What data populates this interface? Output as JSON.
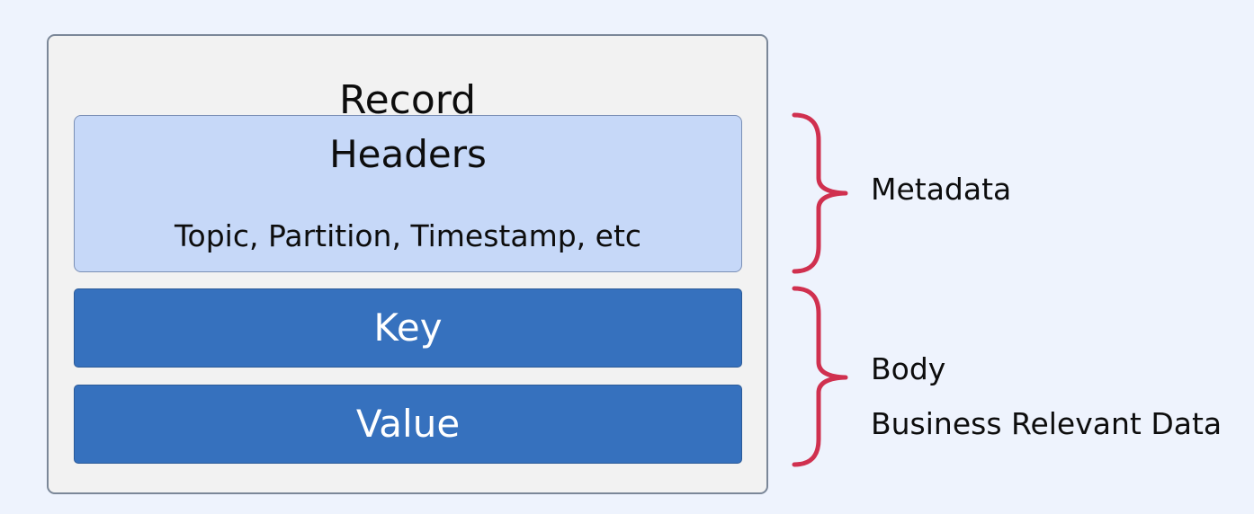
{
  "record": {
    "title": "Record",
    "headers": {
      "title": "Headers",
      "subtitle": "Topic, Partition, Timestamp, etc"
    },
    "key_label": "Key",
    "value_label": "Value"
  },
  "annotations": {
    "metadata": "Metadata",
    "body": "Body",
    "body_description": "Business Relevant Data"
  },
  "colors": {
    "background": "#eef3fd",
    "record_fill": "#f2f2f2",
    "headers_fill": "#c6d8f8",
    "key_value_fill": "#3671be",
    "brace": "#d0304f"
  }
}
